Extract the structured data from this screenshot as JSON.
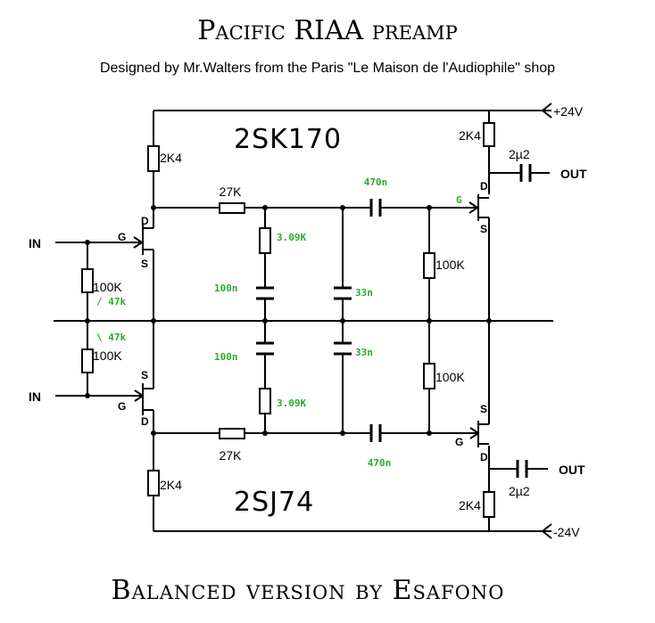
{
  "title": "Pacific RIAA preamp",
  "subtitle": "Designed by Mr.Walters from the Paris \"Le Maison de l'Audiophile\" shop",
  "footer": "Balanced version by  Esafono",
  "colors": {
    "ink": "#000000",
    "green_value": "#2ea82e",
    "background": "#ffffff"
  },
  "top_half": {
    "part": "2SK170",
    "supply": "+24V",
    "input": "IN",
    "output": "OUT",
    "r_drain_left": "2K4",
    "r_drain_right": "2K4",
    "r_series": "27K",
    "r_rc": "3.09K",
    "c_rc": "100n",
    "c_shunt": "33n",
    "c_coupling": "470n",
    "r_gate_bias": "100K",
    "r_input": "100K",
    "r_input_alt": "/ 47k",
    "c_output": "2µ2",
    "pin_g1": "G",
    "pin_d1": "D",
    "pin_s1": "S",
    "pin_g2": "G",
    "pin_d2": "D",
    "pin_s2": "S"
  },
  "bottom_half": {
    "part": "2SJ74",
    "supply": "-24V",
    "input": "IN",
    "output": "OUT",
    "r_drain_left": "2K4",
    "r_drain_right": "2K4",
    "r_series": "27K",
    "r_rc": "3.09K",
    "c_rc": "100n",
    "c_shunt": "33n",
    "c_coupling": "470n",
    "r_gate_bias": "100K",
    "r_input": "100K",
    "r_input_alt": "\\ 47k",
    "c_output": "2µ2",
    "pin_g1": "G",
    "pin_d1": "D",
    "pin_s1": "S",
    "pin_g2": "G",
    "pin_d2": "D",
    "pin_s2": "S"
  }
}
